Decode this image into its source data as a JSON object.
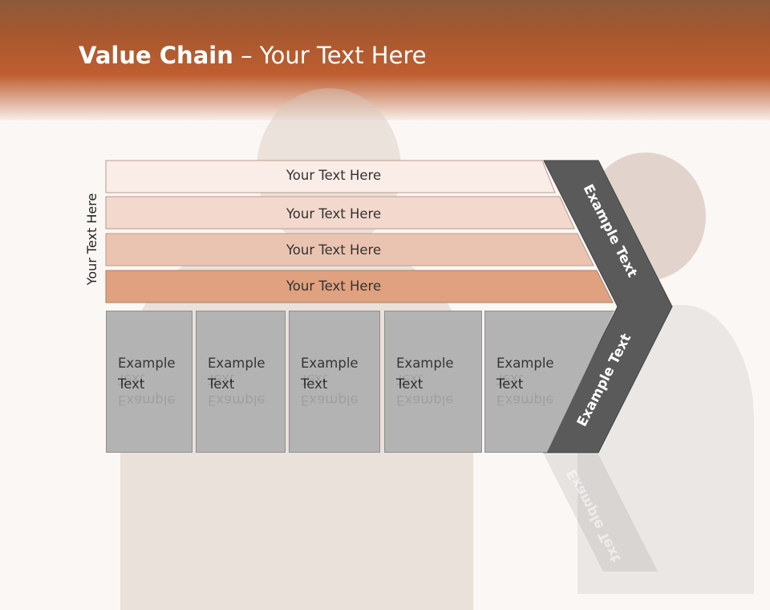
{
  "slide": {
    "title_bold": "Value Chain",
    "title_rest": " – Your Text Here",
    "side_label": "Your Text Here"
  },
  "rows": [
    {
      "label": "Your Text Here",
      "color": "#faece6"
    },
    {
      "label": "Your Text Here",
      "color": "#f3d9cd"
    },
    {
      "label": "Your Text Here",
      "color": "#ebc4b1"
    },
    {
      "label": "Your Text Here",
      "color": "#dfa17f"
    }
  ],
  "boxes": [
    {
      "label": "Example\nText"
    },
    {
      "label": "Example\nText"
    },
    {
      "label": "Example\nText"
    },
    {
      "label": "Example\nText"
    },
    {
      "label": "Example\nText"
    }
  ],
  "chevron": {
    "upper_label": "Example Text",
    "lower_label": "Example Text",
    "color": "#5a5a5a"
  },
  "colors": {
    "header_accent": "#bf5e30",
    "box_fill": "#b3b3b3"
  }
}
